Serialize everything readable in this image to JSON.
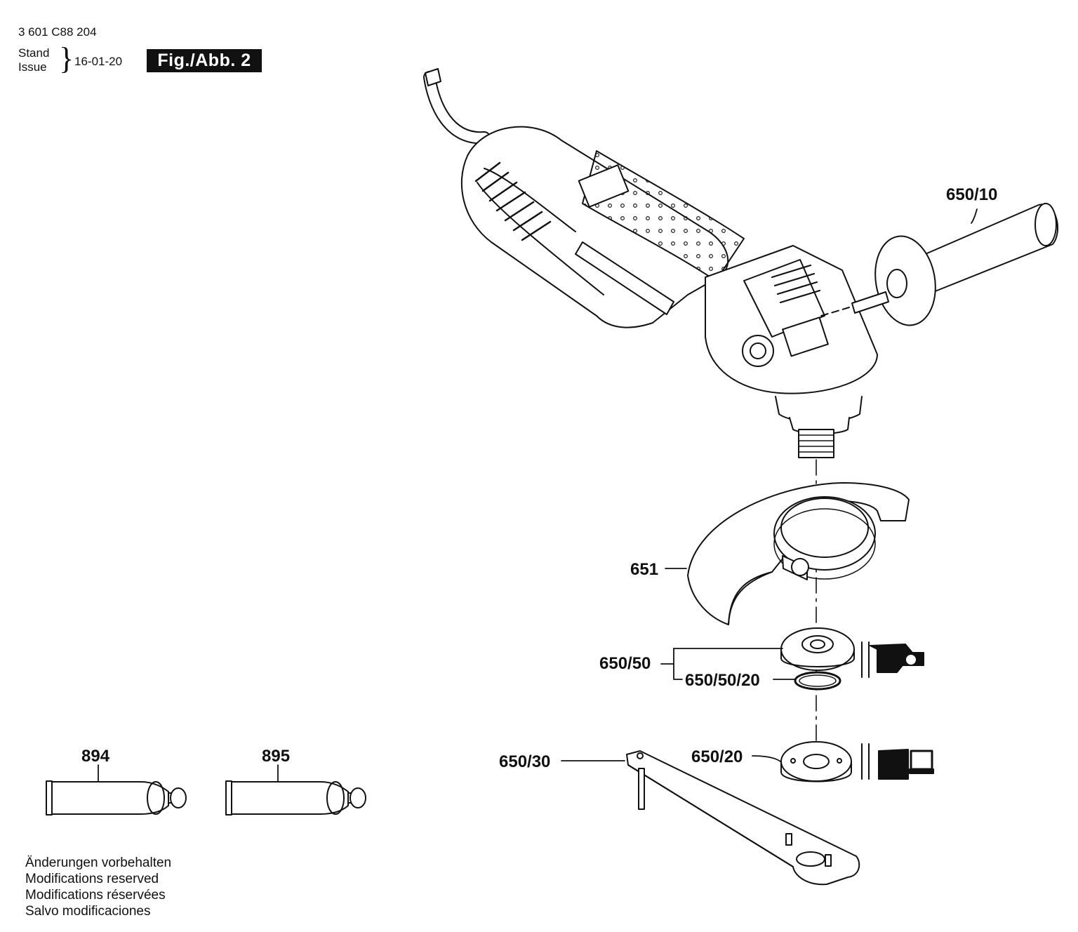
{
  "header": {
    "part_number": "3 601 C88 204",
    "stand_label": "Stand",
    "issue_label": "Issue",
    "date": "16-01-20",
    "figure_label": "Fig./Abb. 2"
  },
  "callouts": {
    "handle": "650/10",
    "guard": "651",
    "flange": "650/50",
    "o_ring": "650/50/20",
    "nut": "650/20",
    "spanner": "650/30",
    "tube_894": "894",
    "tube_895": "895"
  },
  "notes": [
    "Änderungen vorbehalten",
    "Modifications reserved",
    "Modifications réservées",
    "Salvo modificaciones"
  ]
}
